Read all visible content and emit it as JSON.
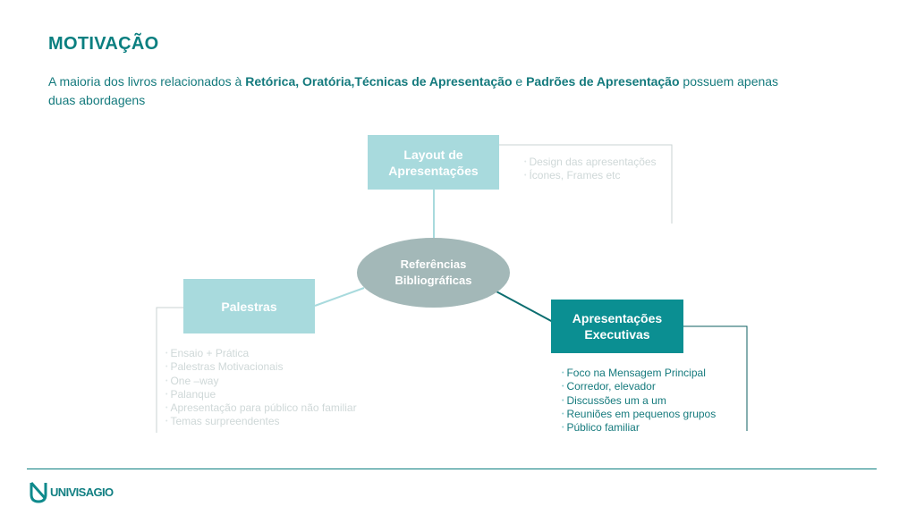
{
  "header": {
    "title": "MOTIVAÇÃO",
    "intro_pre": "A maioria dos livros relacionados à ",
    "intro_bold1": "Retórica, Oratória,Técnicas de Apresentação",
    "intro_mid": " e ",
    "intro_bold2": "Padrões de Apresentação",
    "intro_post": " possuem apenas duas abordagens"
  },
  "diagram": {
    "center": {
      "line1": "Referências",
      "line2": "Bibliográficas"
    },
    "layout_box": {
      "line1": "Layout de",
      "line2": "Apresentações"
    },
    "palestras_box": {
      "label": "Palestras"
    },
    "executivas_box": {
      "line1": "Apresentações",
      "line2": "Executivas"
    },
    "layout_items": [
      "Design das apresentações",
      "Ícones, Frames etc"
    ],
    "palestras_items": [
      "Ensaio + Prática",
      "Palestras Motivacionais",
      "One –way",
      "Palanque",
      "Apresentação para público não familiar",
      "Temas surpreendentes"
    ],
    "executivas_items": [
      "Foco na Mensagem Principal",
      "Corredor, elevador",
      "Discussões um a um",
      "Reuniões em pequenos grupos",
      "Público familiar"
    ]
  },
  "footer": {
    "logo_text": "UNIVISAGIO"
  },
  "colors": {
    "teal_dark": "#0b8f92",
    "teal_light": "#a8dadd",
    "center_gray": "#a3b8b8",
    "text_teal": "#147a7d"
  }
}
